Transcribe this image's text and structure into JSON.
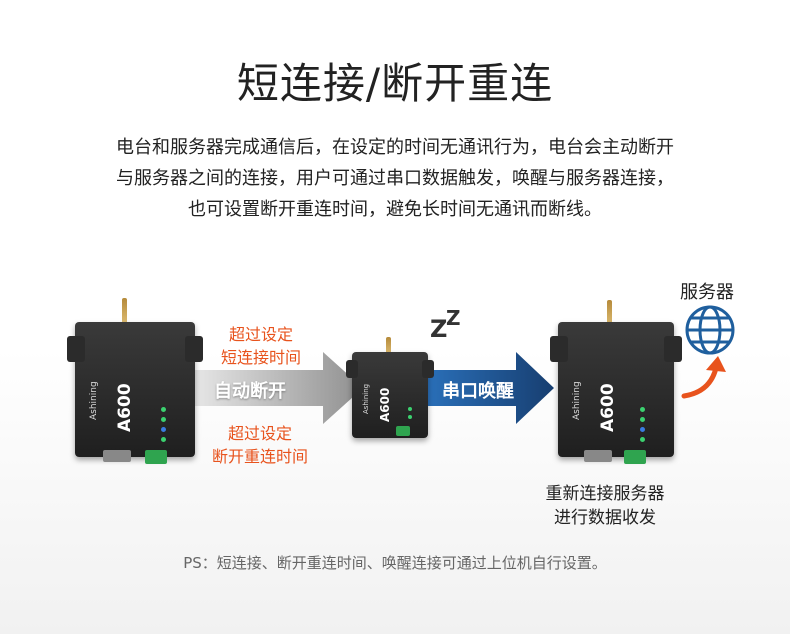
{
  "title": "短连接/断开重连",
  "description": [
    "电台和服务器完成通信后，在设定的时间无通讯行为，电台会主动断开",
    "与服务器之间的连接，用户可通过串口数据触发，唤醒与服务器连接，",
    "也可设置断开重连时间，避免长时间无通讯而断线。"
  ],
  "labels": {
    "short_connect": [
      "超过设定",
      "短连接时间"
    ],
    "reconnect": [
      "超过设定",
      "断开重连时间"
    ],
    "auto_disconnect": "自动断开",
    "serial_wakeup": "串口唤醒",
    "zz": "Z",
    "server": "服务器",
    "reconnect_server": [
      "重新连接服务器",
      "进行数据收发"
    ]
  },
  "device": {
    "model": "A600",
    "brand": "Ashining"
  },
  "ps": "PS：短连接、断开重连时间、唤醒连接可通过上位机自行设置。",
  "colors": {
    "orange": "#e8531d",
    "arrow_gray": "#9a9a9a",
    "arrow_blue": "#1f4e8c",
    "globe": "#1f5f9e"
  }
}
